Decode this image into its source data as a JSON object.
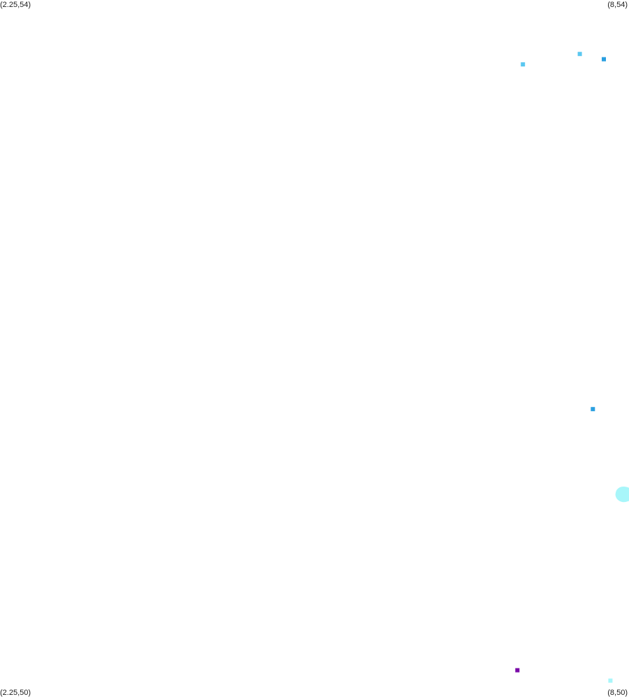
{
  "corners": {
    "top_left": "(2.25,54)",
    "top_right": "(8,54)",
    "bottom_left": "(2.25,50)",
    "bottom_right": "(8,50)"
  },
  "bounds": {
    "x_min": 2.25,
    "x_max": 8,
    "y_min": 50,
    "y_max": 54
  },
  "chart_data": {
    "type": "scatter",
    "xlim": [
      2.25,
      8
    ],
    "ylim": [
      50,
      54
    ],
    "grid": false,
    "points": [
      {
        "x": 7.03,
        "y": 53.63,
        "color": "#5bc8f0",
        "shape": "square"
      },
      {
        "x": 7.55,
        "y": 53.69,
        "color": "#5bc8f0",
        "shape": "square"
      },
      {
        "x": 7.77,
        "y": 53.66,
        "color": "#2a9fe0",
        "shape": "square"
      },
      {
        "x": 7.67,
        "y": 51.65,
        "color": "#2a9fe0",
        "shape": "square"
      },
      {
        "x": 6.98,
        "y": 50.15,
        "color": "#7a0aa8",
        "shape": "square"
      },
      {
        "x": 7.83,
        "y": 50.09,
        "color": "#a8f6fa",
        "shape": "square"
      }
    ],
    "blobs": [
      {
        "x": 7.95,
        "y": 51.16,
        "color": "#a8f6fa"
      }
    ]
  }
}
